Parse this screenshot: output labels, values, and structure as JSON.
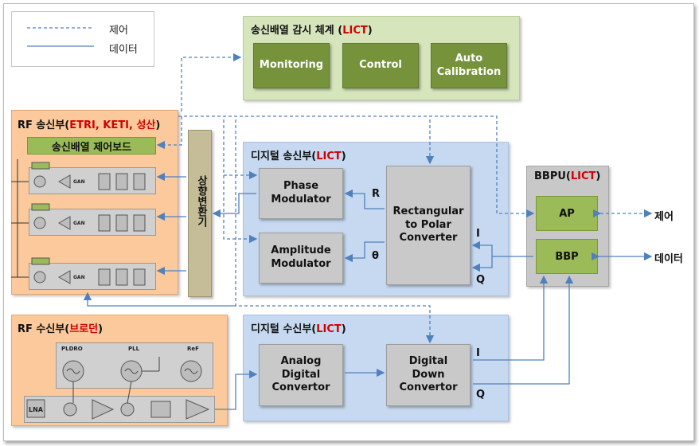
{
  "legend": {
    "control": "제어",
    "data": "데이터"
  },
  "monitor_panel": {
    "title": "송신배열 감시 체계 (",
    "org": "LICT",
    "close": ")",
    "buttons": [
      "Monitoring",
      "Control",
      "Auto\nCalibration"
    ]
  },
  "rf_tx": {
    "title": "RF 송신부(",
    "org": "ETRI, KETI, 성산",
    "close": ")",
    "control_board": "송신배열 제어보드",
    "gan_label": "GAN"
  },
  "upconverter": "상향변환기",
  "digital_tx": {
    "title": "디지털 송신부(",
    "org": "LICT",
    "close": ")",
    "phase_mod": "Phase\nModulator",
    "amp_mod": "Amplitude\nModulator",
    "rect_polar": "Rectangular\nto Polar\nConverter",
    "R": "R",
    "theta": "θ",
    "I": "I",
    "Q": "Q"
  },
  "bbpu": {
    "title": "BBPU(",
    "org": "LICT",
    "close": ")",
    "ap": "AP",
    "bbp": "BBP",
    "control_out": "제어",
    "data_out": "데이터"
  },
  "rf_rx": {
    "title": "RF 수신부(",
    "org": "브로던",
    "close": ")",
    "pldro": "PLDRO",
    "pll": "PLL",
    "ref": "ReF",
    "lna": "LNA"
  },
  "digital_rx": {
    "title": "디지털 수신부(",
    "org": "LICT",
    "close": ")",
    "adc": "Analog\nDigital\nConvertor",
    "ddc": "Digital\nDown\nConvertor",
    "I": "I",
    "Q": "Q"
  },
  "colors": {
    "green_dark": "#76933c",
    "green_light": "#9bbb59",
    "blue_panel": "#c6d9f0",
    "orange_panel": "#fbc99b",
    "line": "#4f81bd"
  }
}
